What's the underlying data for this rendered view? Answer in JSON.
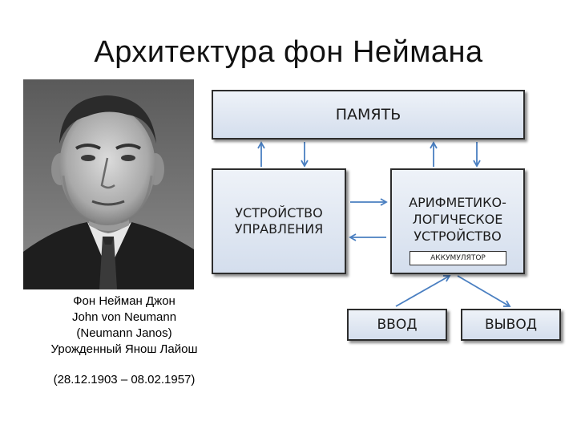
{
  "title": "Архитектура фон Неймана",
  "caption": {
    "line1": "Фон Нейман Джон",
    "line2": "John von Neumann",
    "line3": "(Neumann Janos)",
    "line4": "Урожденный Янош Лайош",
    "dates": "(28.12.1903 – 08.02.1957)"
  },
  "diagram": {
    "memory": "ПАМЯТЬ",
    "control_unit": "УСТРОЙСТВО\nУПРАВЛЕНИЯ",
    "alu": "АРИФМЕТИКО-\nЛОГИЧЕСКОЕ\nУСТРОЙСТВО",
    "accumulator": "АККУМУЛЯТОР",
    "input": "ВВОД",
    "output": "ВЫВОД"
  },
  "colors": {
    "arrow": "#4a7fc1",
    "box_border": "#2d2d2d",
    "box_fill_top": "#eef2f8",
    "box_fill_bottom": "#d4deed"
  }
}
